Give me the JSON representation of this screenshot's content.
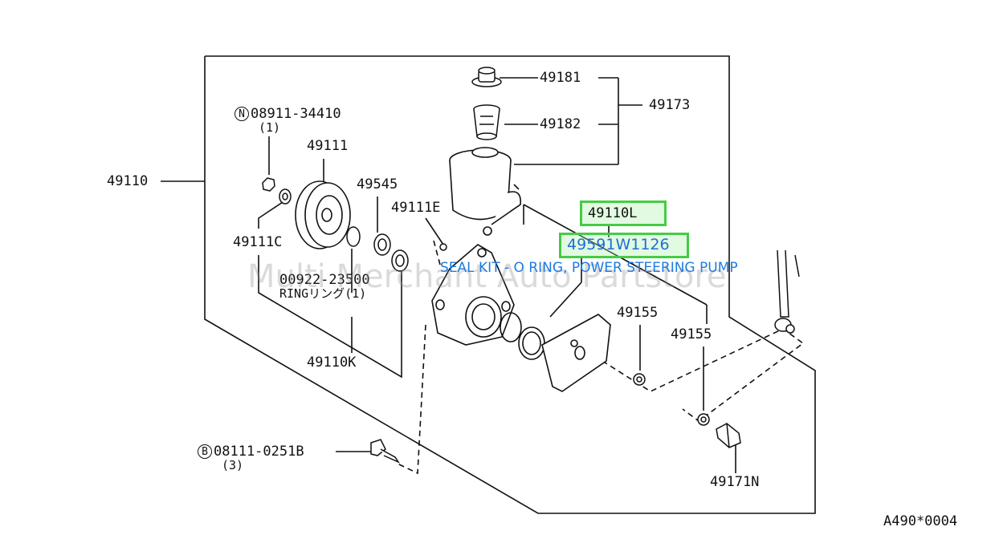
{
  "diagram": {
    "labels": {
      "p49181": "49181",
      "p49173": "49173",
      "p49182": "49182",
      "p49110": "49110",
      "p49111": "49111",
      "p49545": "49545",
      "p49111E": "49111E",
      "p49111C": "49111C",
      "ring_code": "00922-23500",
      "ring_text": "RINGリング(1)",
      "p49110K": "49110K",
      "p49155a": "49155",
      "p49155b": "49155",
      "p49171N": "49171N",
      "nut_code": "08911-34410",
      "nut_prefix": "N",
      "nut_qty": "(1)",
      "bolt_code": "08111-0251B",
      "bolt_prefix": "B",
      "bolt_qty": "(3)",
      "ref_code": "A490*0004"
    },
    "highlight": {
      "assembly": "49110L",
      "part_number": "49591W1126",
      "description": "SEAL KIT - O RING, POWER STEERING PUMP"
    },
    "watermark": "Multi Merchant Auto Partstore",
    "colors": {
      "highlight_border": "#44cc44",
      "highlight_text": "#1e6fd9",
      "line": "#111111"
    }
  }
}
